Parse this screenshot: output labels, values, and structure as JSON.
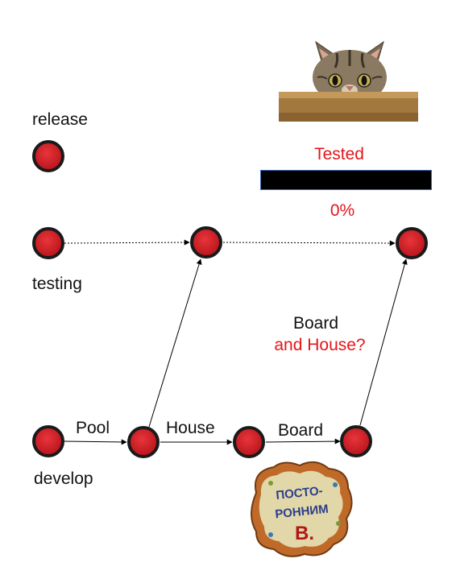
{
  "branches": {
    "release": "release",
    "testing": "testing",
    "develop": "develop"
  },
  "edges": {
    "pool": "Pool",
    "house": "House",
    "board": "Board"
  },
  "status": {
    "tested_label": "Tested",
    "progress_text": "0%",
    "progress_value": 0
  },
  "question": {
    "line1": "Board",
    "line2": "and House?"
  },
  "stamp": {
    "text_line1": "ПОСТО-",
    "text_line2": "РОННИМ",
    "text_line3": "В."
  },
  "colors": {
    "node_fill": "#d42027",
    "node_ring": "#1a1a1a",
    "accent_red": "#e3151a",
    "progress_track": "#000000",
    "progress_border": "#3c69b6"
  }
}
